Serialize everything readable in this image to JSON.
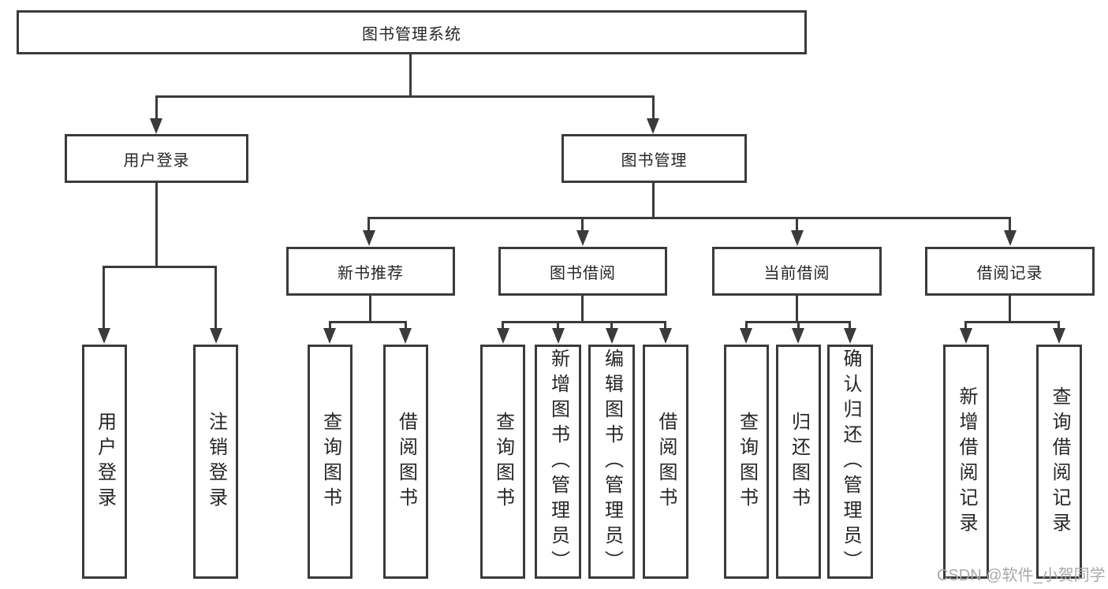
{
  "diagram": {
    "root": {
      "label": "图书管理系统"
    },
    "level1": [
      {
        "label": "用户登录"
      },
      {
        "label": "图书管理"
      }
    ],
    "level2": [
      {
        "label": "新书推荐"
      },
      {
        "label": "图书借阅"
      },
      {
        "label": "当前借阅"
      },
      {
        "label": "借阅记录"
      }
    ],
    "leaves": {
      "user_login": [
        "用户登录",
        "注销登录"
      ],
      "new_book": [
        "查询图书",
        "借阅图书"
      ],
      "book_borrow": [
        "查询图书",
        "新增图书（管理员）",
        "编辑图书（管理员）",
        "借阅图书"
      ],
      "current_borrow": [
        "查询图书",
        "归还图书",
        "确认归还（管理员）"
      ],
      "borrow_record": [
        "新增借阅记录",
        "查询借阅记录"
      ]
    },
    "colors": {
      "line": "#3b3b3b",
      "text": "#262626",
      "watermark": "#a9a9a9",
      "background": "#ffffff"
    }
  },
  "watermark": {
    "text": "CSDN @软件_小贺同学"
  }
}
